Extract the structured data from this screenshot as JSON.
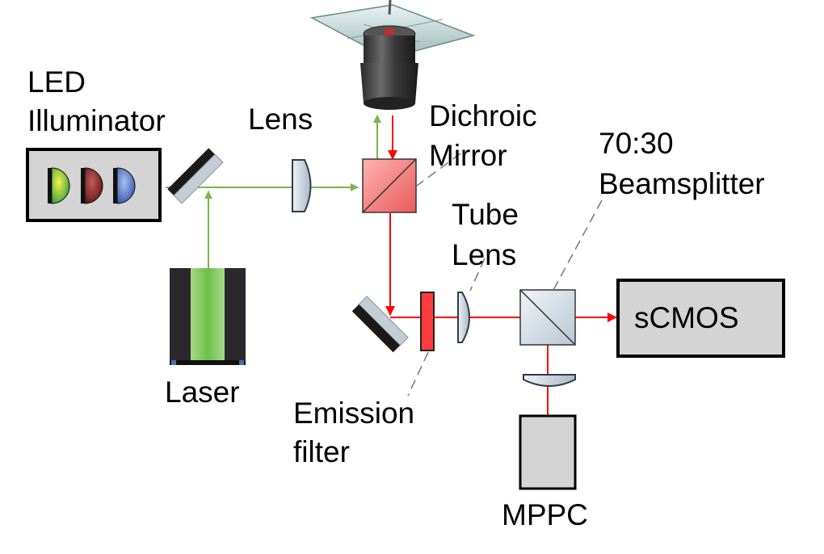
{
  "labels": {
    "led_line1": "LED",
    "led_line2": "Illuminator",
    "lens": "Lens",
    "dichroic_line1": "Dichroic",
    "dichroic_line2": "Mirror",
    "beamsplitter_line1": "70:30",
    "beamsplitter_line2": "Beamsplitter",
    "tube_line1": "Tube",
    "tube_line2": "Lens",
    "scmos": "sCMOS",
    "laser": "Laser",
    "emission_line1": "Emission",
    "emission_line2": "filter",
    "mppc": "MPPC"
  },
  "colors": {
    "excitation_beam": "#7ab648",
    "emission_beam": "#ff0000",
    "detector_fill": "#d4d4d4",
    "dichroic_fill": "#f08080",
    "emission_filter_fill": "#ff3b3b",
    "lens_fill": "#c9d3de",
    "laser_body": "#2a282d",
    "laser_window": "#7dc355",
    "led_green": "#8ac540",
    "led_red": "#9a2e2e",
    "led_blue": "#5b7fcf"
  },
  "icons": {
    "objective": "microscope-objective-with-slide-icon",
    "mirror": "fold-mirror-icon",
    "laser": "laser-module-icon"
  }
}
